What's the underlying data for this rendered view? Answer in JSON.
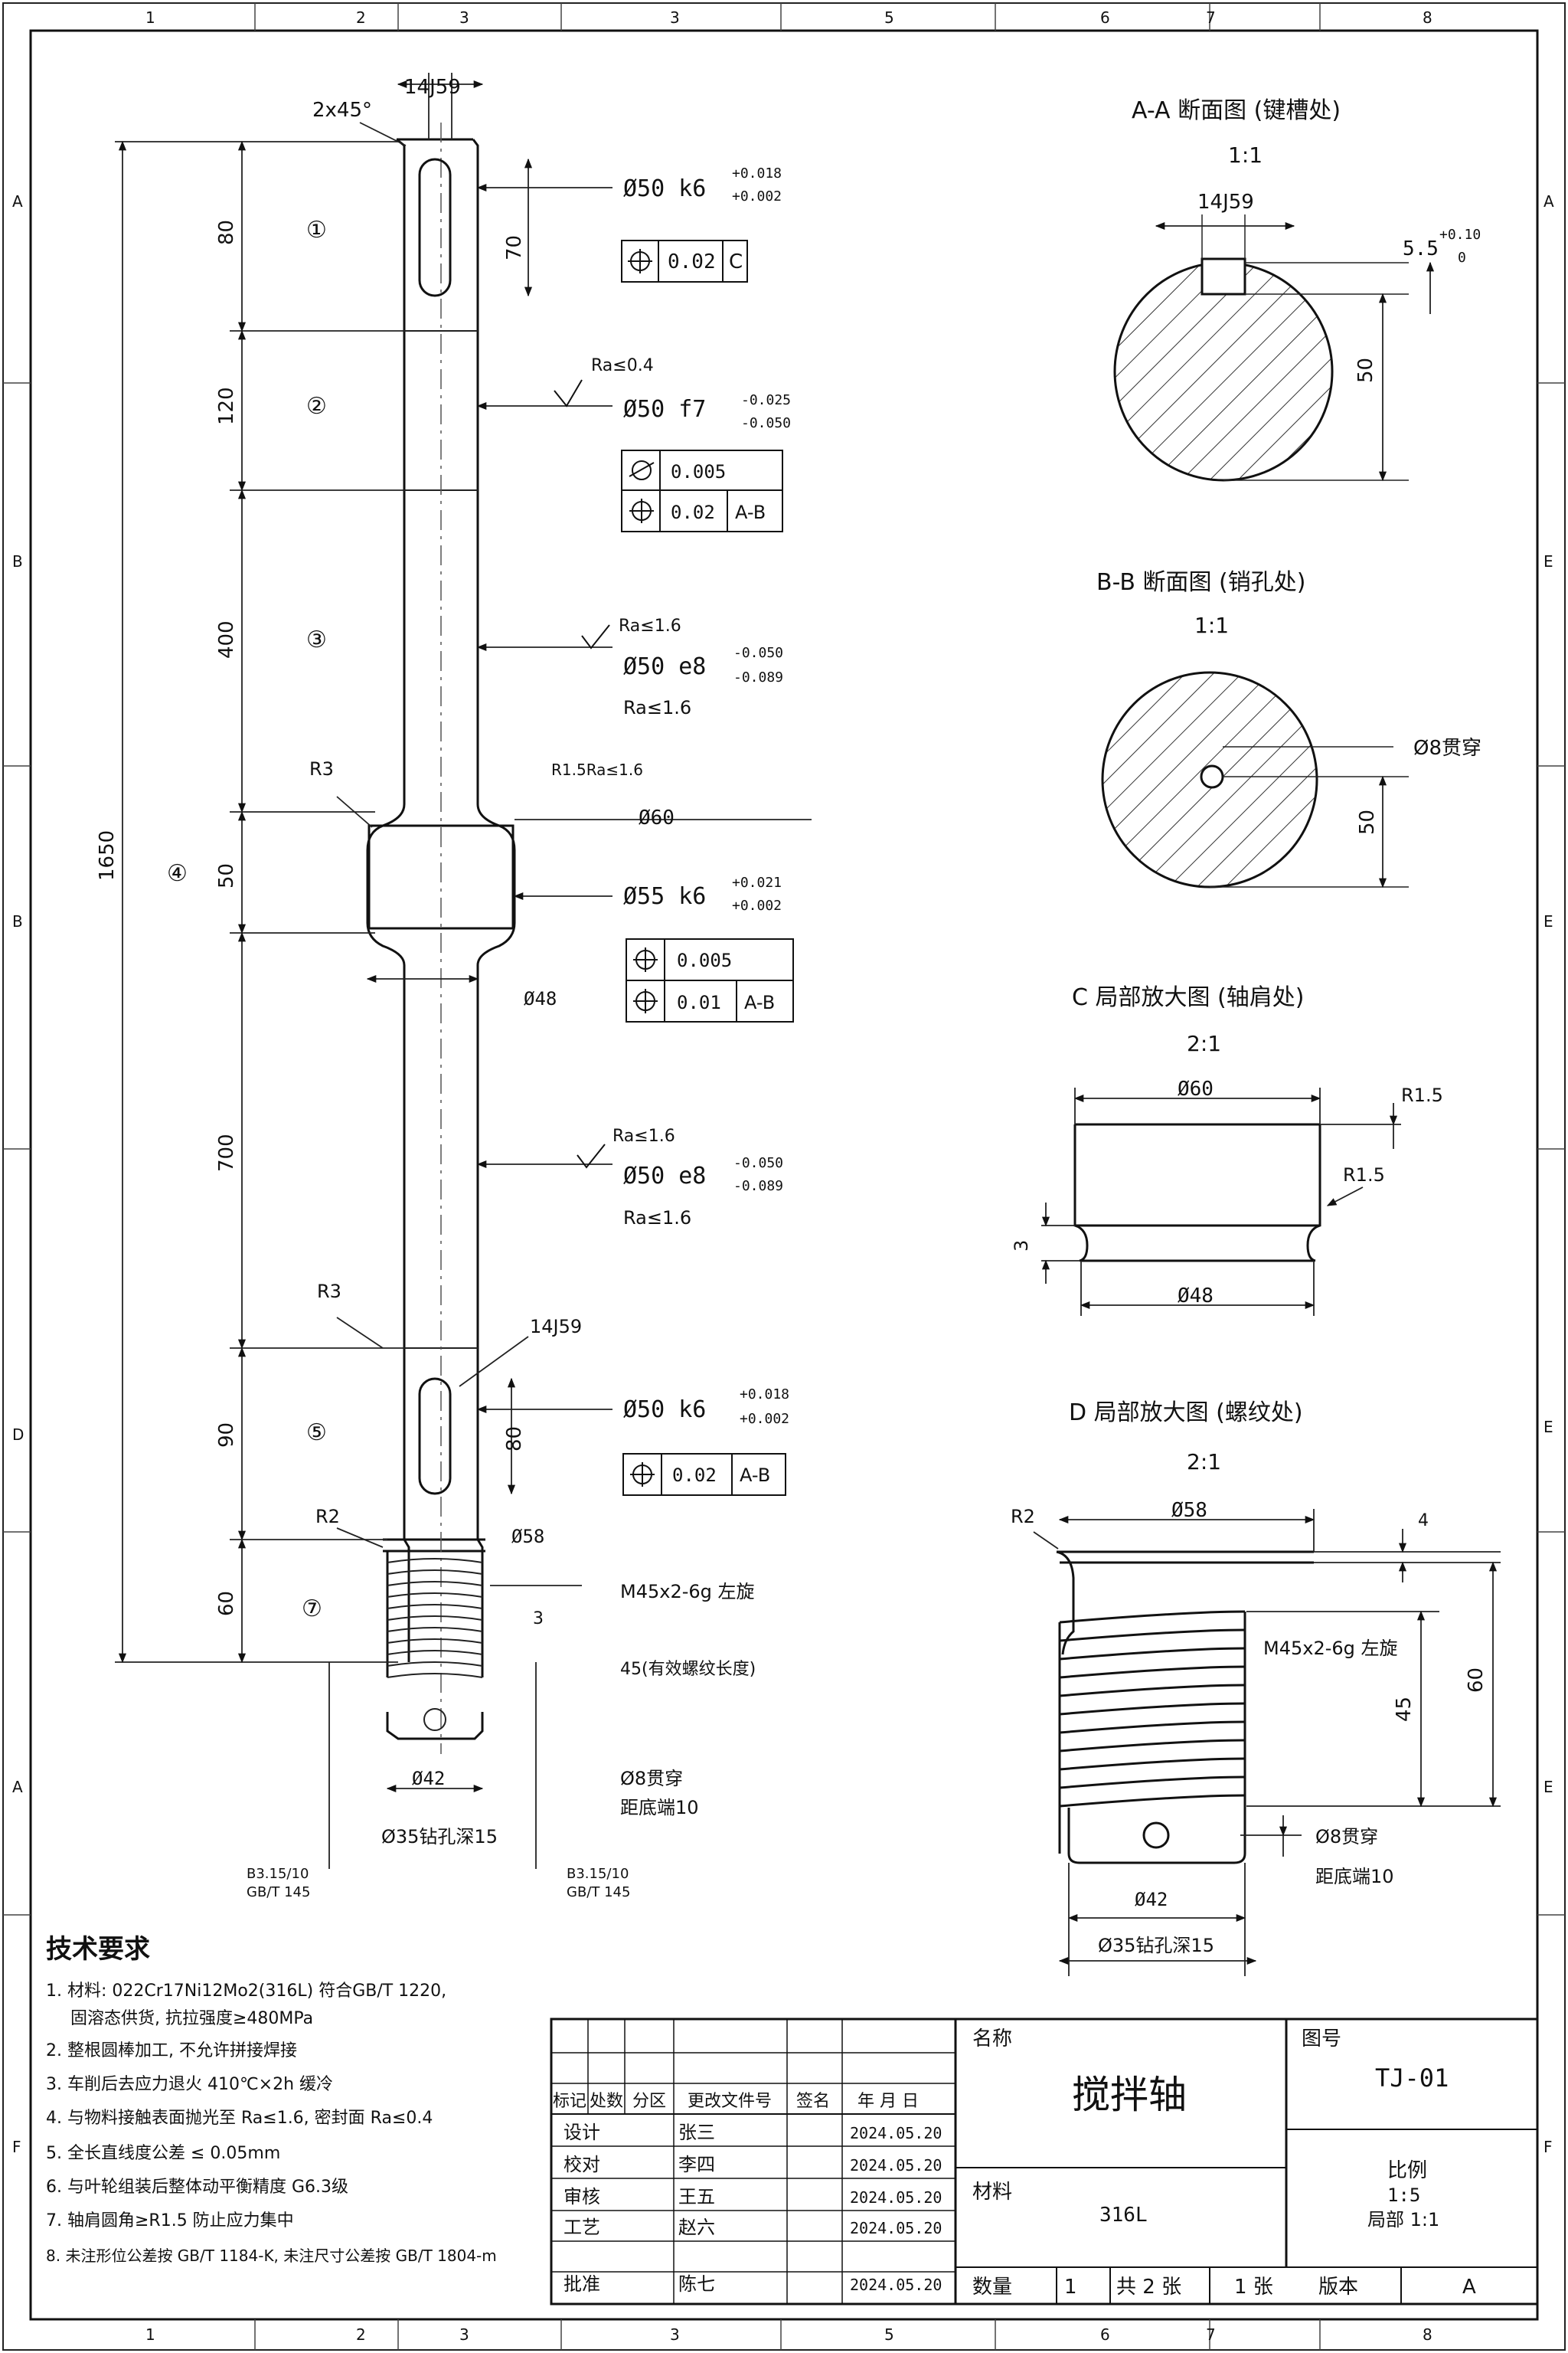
{
  "zones": {
    "cols": [
      "1",
      "2",
      "3",
      "3",
      "5",
      "6",
      "7",
      "8"
    ],
    "rows_left": [
      "A",
      "B",
      "B",
      "D",
      "A",
      "F"
    ],
    "rows_right": [
      "A",
      "E",
      "E",
      "E",
      "E",
      "F"
    ]
  },
  "shaft": {
    "chamfer": "2x45°",
    "keyway_top": "14J59",
    "fit_1": "Ø50 k6",
    "fit_1_upper": "+0.018",
    "fit_1_lower": "+0.002",
    "fcf_1": [
      "0.02",
      "C"
    ],
    "dim_80": "80",
    "dim_70": "70",
    "rough_04": "Ra≤0.4",
    "fit_2": "Ø50 f7",
    "fit_2_upper": "-0.025",
    "fit_2_lower": "-0.050",
    "fcf_2a": [
      "0.005"
    ],
    "fcf_2b": [
      "0.02",
      "A-B"
    ],
    "dim_120": "120",
    "rough_16a": "Ra≤1.6",
    "fit_3": "Ø50 e8",
    "fit_3_upper": "-0.050",
    "fit_3_lower": "-0.089",
    "fit_3_rough": "Ra≤1.6",
    "dim_400": "400",
    "r3_top": "R3",
    "r15_note": "R1.5Ra≤1.6",
    "dia_60": "Ø60",
    "fit_4": "Ø55 k6",
    "fit_4_upper": "+0.021",
    "fit_4_lower": "+0.002",
    "fcf_4a": [
      "0.005"
    ],
    "fcf_4b": [
      "0.01",
      "A-B"
    ],
    "dia_48": "Ø48",
    "dim_1650": "1650",
    "dim_50": "50",
    "rough_16b": "Ra≤1.6",
    "fit_5": "Ø50 e8",
    "fit_5_upper": "-0.050",
    "fit_5_lower": "-0.089",
    "fit_5_rough": "Ra≤1.6",
    "dim_700": "700",
    "r3_bottom": "R3",
    "keyway_bottom": "14J59",
    "fit_6": "Ø50 k6",
    "fit_6_upper": "+0.018",
    "fit_6_lower": "+0.002",
    "fcf_6": [
      "0.02",
      "A-B"
    ],
    "dim_90": "90",
    "dim_80b": "80",
    "r2": "R2",
    "dia_58": "Ø58",
    "thread": "M45x2-6g 左旋",
    "thread_len": "45(有效螺纹长度)",
    "dim_60": "60",
    "dim_3": "3",
    "pin": "Ø8贯穿",
    "pin_pos": "距底端10",
    "dia_42": "Ø42",
    "drill": "Ø35钻孔深15",
    "center_hole_1": "B3.15/10",
    "center_hole_1b": "GB/T 145",
    "center_hole_2": "B3.15/10",
    "center_hole_2b": "GB/T 145",
    "segments": [
      "①",
      "②",
      "③",
      "④",
      "⑤",
      "⑦"
    ]
  },
  "section_aa": {
    "title": "A-A 断面图 (键槽处)",
    "scale": "1:1",
    "key": "14J59",
    "depth": "5.5",
    "depth_upper": "+0.10",
    "depth_lower": "0",
    "dia": "50"
  },
  "section_bb": {
    "title": "B-B 断面图 (销孔处)",
    "scale": "1:1",
    "pin": "Ø8贯穿",
    "dia": "50"
  },
  "detail_c": {
    "title": "C 局部放大图 (轴肩处)",
    "scale": "2:1",
    "d60": "Ø60",
    "r15a": "R1.5",
    "r15b": "R1.5",
    "d3": "3",
    "d48": "Ø48"
  },
  "detail_d": {
    "title": "D 局部放大图 (螺纹处)",
    "scale": "2:1",
    "r2": "R2",
    "d58": "Ø58",
    "d4": "4",
    "thread": "M45x2-6g 左旋",
    "d45": "45",
    "d60": "60",
    "pin": "Ø8贯穿",
    "pin_pos": "距底端10",
    "d42": "Ø42",
    "drill": "Ø35钻孔深15"
  },
  "tech": {
    "heading": "技术要求",
    "items": [
      "1. 材料: 022Cr17Ni12Mo2(316L) 符合GB/T 1220,",
      "固溶态供货, 抗拉强度≥480MPa",
      "2. 整根圆棒加工, 不允许拼接焊接",
      "3. 车削后去应力退火 410℃×2h 缓冷",
      "4. 与物料接触表面抛光至 Ra≤1.6, 密封面 Ra≤0.4",
      "5. 全长直线度公差 ≤ 0.05mm",
      "6. 与叶轮组装后整体动平衡精度 G6.3级",
      "7. 轴肩圆角≥R1.5 防止应力集中",
      "8. 未注形位公差按 GB/T 1184-K, 未注尺寸公差按 GB/T 1804-m"
    ]
  },
  "title_block": {
    "name_label": "名称",
    "name": "搅拌轴",
    "dwg_label": "图号",
    "dwg": "TJ-01",
    "hdr": [
      "标记",
      "处数",
      "分区",
      "更改文件号",
      "签名",
      "年 月 日"
    ],
    "roles": [
      {
        "role": "设计",
        "person": "张三",
        "date": "2024.05.20"
      },
      {
        "role": "校对",
        "person": "李四",
        "date": "2024.05.20"
      },
      {
        "role": "审核",
        "person": "王五",
        "date": "2024.05.20"
      },
      {
        "role": "工艺",
        "person": "赵六",
        "date": "2024.05.20"
      },
      {
        "role": "批准",
        "person": "陈七",
        "date": "2024.05.20"
      }
    ],
    "material_label": "材料",
    "material": "316L",
    "scale_label": "比例",
    "scale": "1:5",
    "scale_local": "局部 1:1",
    "qty_label": "数量",
    "qty": "1",
    "sheets": "共 2 张",
    "sheet": "1 张",
    "rev_label": "版本",
    "rev": "A"
  }
}
